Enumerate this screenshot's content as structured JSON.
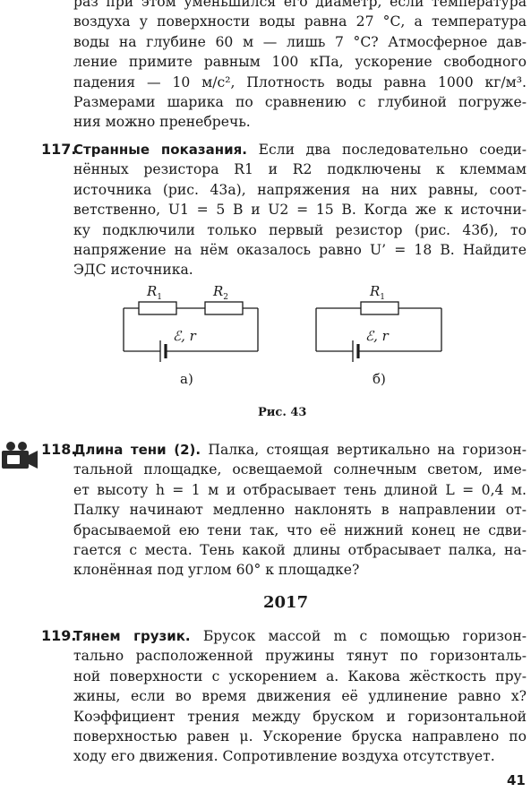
{
  "intro_lines": [
    "раз при этом уменьшился его диаметр, если температура",
    "воздуха у поверхности воды равна 27 °С, а температура",
    "воды на глубине 60 м — лишь 7 °С? Атмосферное дав-",
    "ление примите равным 100 кПа, ускорение свободного",
    "падения — 10 м/с², Плотность воды равна 1000 кг/м³.",
    "Размерами шарика по сравнению с глубиной погруже-",
    "ния можно пренебречь."
  ],
  "problem_117": {
    "number": "117.",
    "title": "Странные показания.",
    "line1_rest": " Если два последовательно соеди-",
    "line2": "нённых резистора R1 и R2 подключены к клеммам",
    "line3": "источника (рис. 43а), напряжения на них равны, соот-",
    "line4": "ветственно, U1 = 5 В и U2 = 15 В. Когда же к источни-",
    "line5": "ку подключили только первый резистор (рис. 43б), то",
    "line6": "напряжение на нём оказалось равно U’ = 18 В. Найдите",
    "line7": "ЭДС источника."
  },
  "figure_43": {
    "caption": "Рис. 43",
    "label_a": "а)",
    "label_b": "б)",
    "r_letter": "R",
    "sub1": "1",
    "sub2": "2",
    "emf_symbol": "ℰ",
    "emf_rest": ", r"
  },
  "problem_118": {
    "number": "118.",
    "title": "Длина тени (2).",
    "line1_rest": " Палка, стоящая вертикально на горизон-",
    "line2": "тальной площадке, освещаемой солнечным светом, име-",
    "line3": "ет высоту h = 1 м и отбрасывает тень длиной L = 0,4 м.",
    "line4": "Палку начинают медленно наклонять в направлении от-",
    "line5": "брасываемой ею тени так, что её нижний конец не сдви-",
    "line6": "гается с места. Тень какой длины отбрасывает палка, на-",
    "line7": "клонённая под углом 60° к площадке?",
    "icon": "video-camera-icon"
  },
  "year": "2017",
  "problem_119": {
    "number": "119.",
    "title": "Тянем грузик.",
    "line1_rest": " Брусок массой m с помощью горизон-",
    "line2": "тально расположенной пружины тянут по горизонталь-",
    "line3": "ной поверхности с ускорением a. Какова жёсткость пру-",
    "line4": "жины, если во время движения её удлинение равно x?",
    "line5": "Коэффициент трения между бруском и горизонтальной",
    "line6": "поверхностью равен μ. Ускорение бруска направлено по",
    "line7": "ходу его движения. Сопротивление воздуха отсутствует."
  },
  "page_number": "41"
}
